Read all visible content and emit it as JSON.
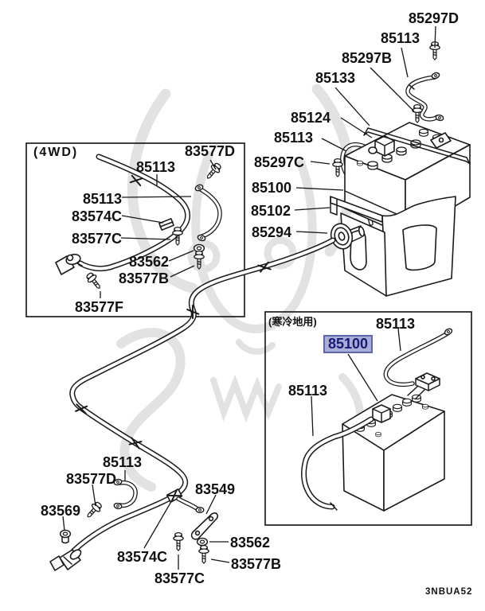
{
  "drawing_code": "3NBUA52",
  "highlight": {
    "part": "85100",
    "fill": "#a8aed8",
    "border": "#5f66ab",
    "text_color": "#191975"
  },
  "groups": {
    "fwd": "(4WD)",
    "cold_region": "(寒冷地用)"
  },
  "labels": [
    {
      "text": "85297D"
    },
    {
      "text": "85113"
    },
    {
      "text": "85297B"
    },
    {
      "text": "85133"
    },
    {
      "text": "85124"
    },
    {
      "text": "85113"
    },
    {
      "text": "85297C"
    },
    {
      "text": "85100"
    },
    {
      "text": "85102"
    },
    {
      "text": "85294"
    },
    {
      "text": "(4WD)"
    },
    {
      "text": "83577D"
    },
    {
      "text": "85113"
    },
    {
      "text": "85113"
    },
    {
      "text": "83574C"
    },
    {
      "text": "83577C"
    },
    {
      "text": "83562"
    },
    {
      "text": "83577B"
    },
    {
      "text": "83577F"
    },
    {
      "text": "(寒冷地用)"
    },
    {
      "text": "85113"
    },
    {
      "text": "85100"
    },
    {
      "text": "85113"
    },
    {
      "text": "85113"
    },
    {
      "text": "83577D"
    },
    {
      "text": "83569"
    },
    {
      "text": "83549"
    },
    {
      "text": "83574C"
    },
    {
      "text": "83577C"
    },
    {
      "text": "83562"
    },
    {
      "text": "83577B"
    }
  ]
}
